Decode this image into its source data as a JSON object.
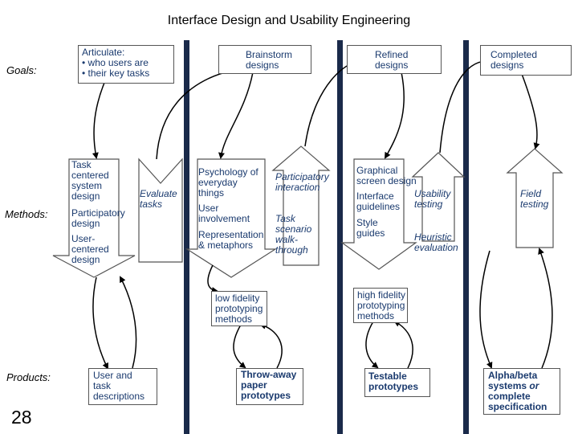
{
  "title": "Interface Design and Usability Engineering",
  "rows": {
    "goals": "Goals:",
    "methods": "Methods:",
    "products": "Products:"
  },
  "goals": {
    "articulate": "Articulate:\n• who users are\n• their key tasks",
    "brainstorm": "Brainstorm\ndesigns",
    "refined": "Refined\ndesigns",
    "completed": "Completed\ndesigns"
  },
  "methods": {
    "task_centered": "Task\ncentered\nsystem\ndesign",
    "participatory_design": "Participatory\ndesign",
    "user_centered": "User-\ncentered\ndesign",
    "evaluate_tasks": "Evaluate\ntasks",
    "psychology": "Psychology of\neveryday\nthings",
    "user_involvement": "User\ninvolvement",
    "representation": "Representation\n& metaphors",
    "participatory_interaction": "Participatory\ninteraction",
    "task_scenario": "Task\nscenario\nwalk-\nthrough",
    "graphical": "Graphical\nscreen design",
    "interface_guidelines": "Interface\nguidelines",
    "style_guides": "Style\nguides",
    "usability_testing": "Usability\ntesting",
    "heuristic": "Heuristic\nevaluation",
    "field_testing": "Field\ntesting",
    "low_fidelity": "low fidelity\nprototyping\nmethods",
    "high_fidelity": "high fidelity\nprototyping\nmethods"
  },
  "products": {
    "user_task": "User and\ntask\ndescriptions",
    "throwaway": "Throw-away\npaper\nprototypes",
    "testable": "Testable\nprototypes",
    "alpha_pre": "Alpha/beta\nsystems ",
    "alpha_or": "or",
    "alpha_post": "\ncomplete\nspecification"
  },
  "slide_number": "28",
  "colors": {
    "text": "#1a3a6e",
    "divider": "#1a2a4a",
    "arrow_outline": "#555555"
  }
}
